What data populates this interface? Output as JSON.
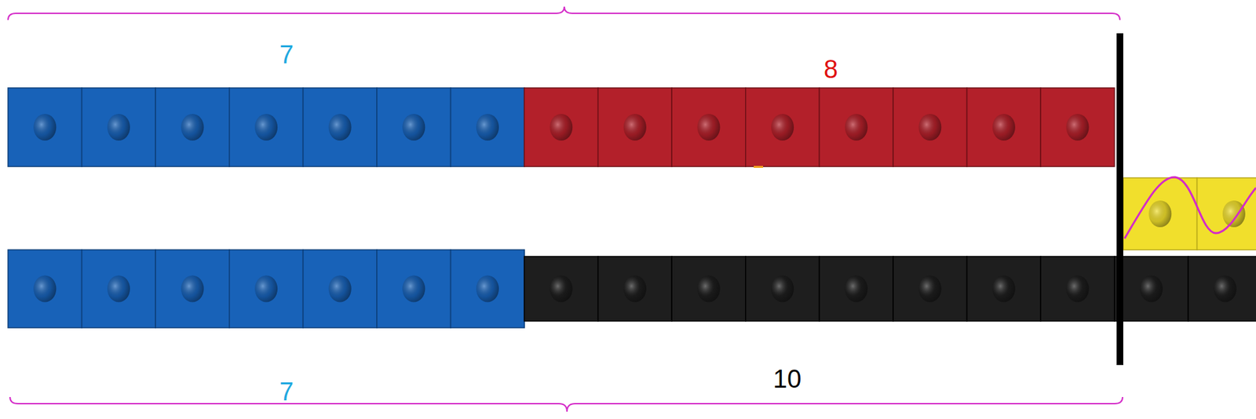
{
  "diagram": {
    "labels": [
      "7",
      "8",
      "10",
      "7"
    ]
  }
}
